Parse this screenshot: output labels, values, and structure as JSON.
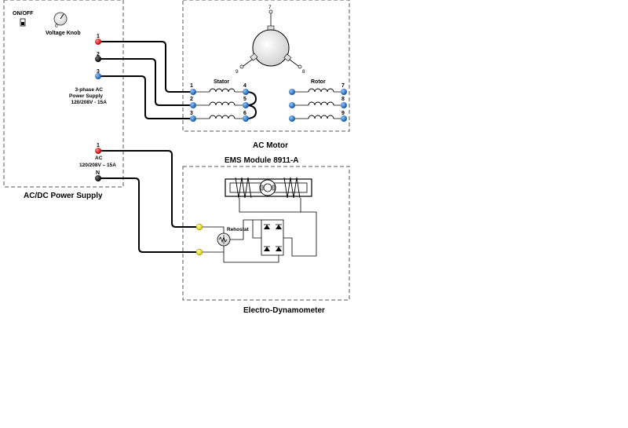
{
  "colors": {
    "terminal_red": "#e00000",
    "terminal_black": "#111111",
    "terminal_blue": "#1f6fc8",
    "terminal_yellow": "#f2e600",
    "box_border": "#555555"
  },
  "power_supply": {
    "title": "AC/DC Power Supply",
    "switch_label": "ON/OFF",
    "knob_label": "Voltage Knob",
    "knob_zero": "0",
    "three_phase": {
      "terminals": [
        "1",
        "2",
        "3"
      ],
      "label_lines": [
        "3-phase AC",
        "Power Supply",
        "120/208V - 15A"
      ]
    },
    "ac": {
      "terminals": [
        "1",
        "N"
      ],
      "label_lines": [
        "AC",
        "120/208V – 15A"
      ]
    }
  },
  "motor": {
    "title": "AC Motor",
    "stator_label": "Stator",
    "rotor_label": "Rotor",
    "stator_left": [
      "1",
      "2",
      "3"
    ],
    "stator_right": [
      "4",
      "5",
      "6"
    ],
    "rotor_terminals": [
      "7",
      "8",
      "9"
    ],
    "symbol_terminals": [
      "7",
      "8",
      "9"
    ]
  },
  "dynamometer": {
    "module_title": "EMS Module 8911-A",
    "title": "Electro-Dynamometer",
    "rheostat_label": "Rehostat"
  }
}
